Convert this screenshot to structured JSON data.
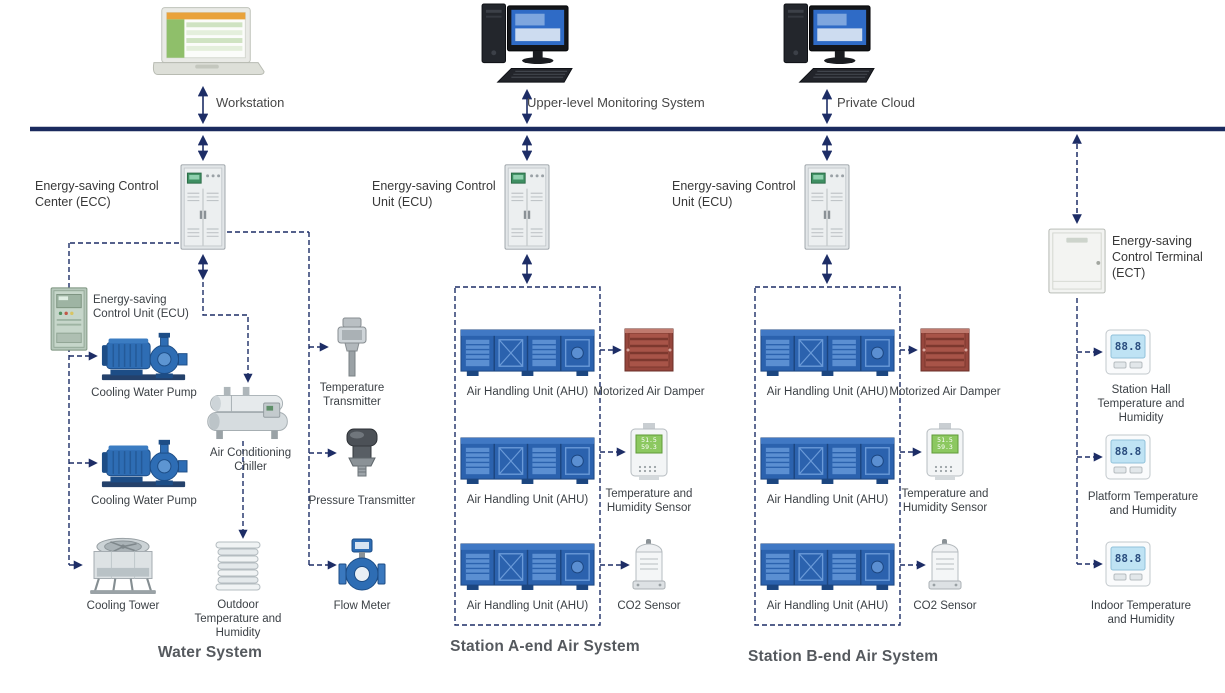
{
  "top_devices": {
    "workstation": "Workstation",
    "monitoring": "Upper-level Monitoring System",
    "cloud": "Private Cloud"
  },
  "controllers": {
    "ecc": "Energy-saving Control Center (ECC)",
    "ecu_a": "Energy-saving Control Unit (ECU)",
    "ecu_b": "Energy-saving Control Unit (ECU)",
    "ect": "Energy-saving Control Terminal (ECT)"
  },
  "water_system": {
    "title": "Water System",
    "ecu": "Energy-saving Control Unit (ECU)",
    "pump1": "Cooling Water Pump",
    "pump2": "Cooling Water Pump",
    "chiller": "Air Conditioning Chiller",
    "cooling_tower": "Cooling Tower",
    "outdoor_sensor": "Outdoor Temperature and Humidity",
    "temperature_transmitter": "Temperature Transmitter",
    "pressure_transmitter": "Pressure Transmitter",
    "flow_meter": "Flow Meter"
  },
  "station_a": {
    "title": "Station A-end Air System",
    "ahu1": "Air Handling Unit (AHU)",
    "ahu2": "Air Handling Unit (AHU)",
    "ahu3": "Air Handling Unit (AHU)",
    "damper": "Motorized Air Damper",
    "th_sensor": "Temperature and Humidity Sensor",
    "co2": "CO2 Sensor"
  },
  "station_b": {
    "title": "Station B-end Air System",
    "ahu1": "Air Handling Unit (AHU)",
    "ahu2": "Air Handling Unit (AHU)",
    "ahu3": "Air Handling Unit (AHU)",
    "damper": "Motorized Air Damper",
    "th_sensor": "Temperature and Humidity Sensor",
    "co2": "CO2 Sensor"
  },
  "ect_section": {
    "hall": "Station Hall Temperature and Humidity",
    "platform": "Platform Temperature and Humidity",
    "indoor": "Indoor Temperature and Humidity"
  },
  "displays": {
    "th_row1": "51.5",
    "th_row2": "59.3",
    "thermostat": "88.8"
  },
  "colors": {
    "bus": "#1a2a5e",
    "connection_line": "#1d2d66",
    "ahu_blue": "#2b62ae",
    "damper_red": "#96463c",
    "lcd_green": "#8cc860",
    "lcd_blue": "#bfe3f4"
  }
}
